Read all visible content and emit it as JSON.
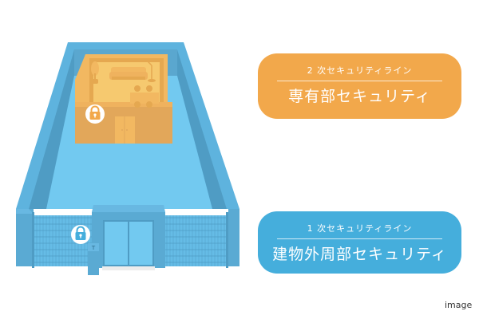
{
  "colors": {
    "orange_card": "#F2A84B",
    "blue_card": "#45AEDC",
    "floor_blue": "#72C9F0",
    "wall_blue": "#5AAAD3",
    "wall_dark": "#4A94B9",
    "wall_top": "#68B8E2",
    "room_orange": "#E2A75A",
    "room_top": "#F2B861",
    "room_floor": "#F6C96F"
  },
  "cards": [
    {
      "line_title": "2 次セキュリティライン",
      "zone_name": "専有部セキュリティ",
      "color": "#F2A84B"
    },
    {
      "line_title": "1 次セキュリティライン",
      "zone_name": "建物外周部セキュリティ",
      "color": "#45AEDC"
    }
  ],
  "illustration": {
    "icons": [
      "lock-icon-room",
      "lock-icon-gate",
      "intercom-icon",
      "sofa-icon",
      "plant-icon",
      "floor-lamp-icon",
      "dining-table-icon",
      "room-door-icon",
      "entrance-door-icon",
      "fence-icon"
    ]
  },
  "caption": "image"
}
